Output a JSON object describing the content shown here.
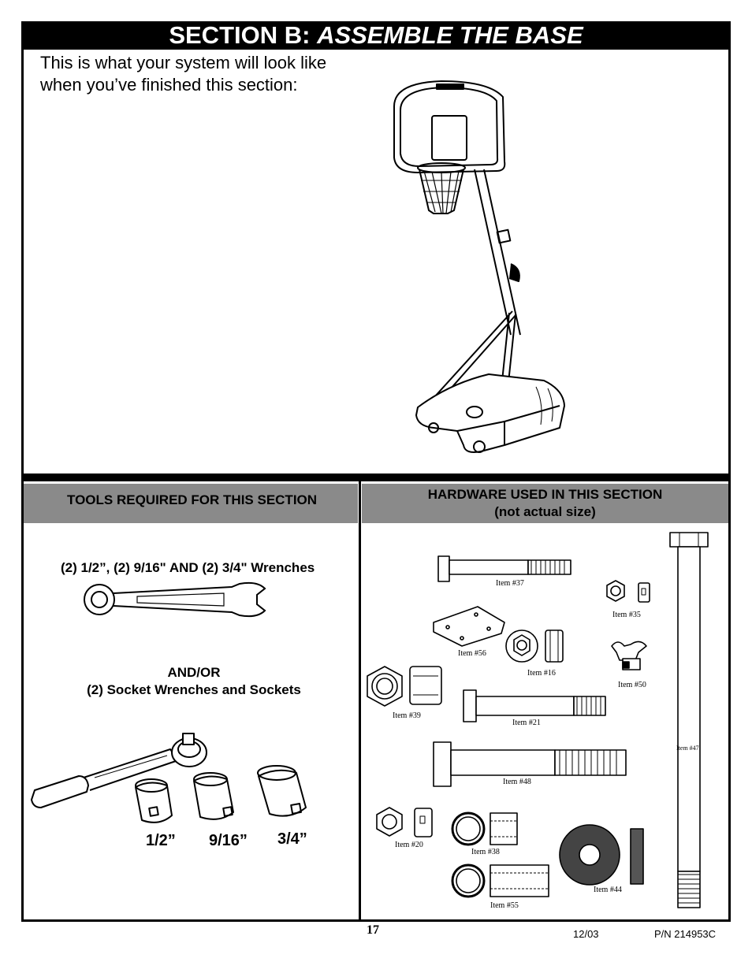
{
  "title": {
    "prefix": "SECTION B: ",
    "emphasis": "ASSEMBLE THE BASE"
  },
  "intro": {
    "line1": "This is what your system will look like",
    "line2": "when you’ve finished this section:"
  },
  "tools": {
    "header": "TOOLS REQUIRED FOR THIS SECTION",
    "wrenches": "(2) 1/2”, (2) 9/16\" AND (2) 3/4\" Wrenches",
    "andor": "AND/OR",
    "sockets": "(2) Socket Wrenches and Sockets",
    "sizes": [
      "1/2”",
      "9/16”",
      "3/4”"
    ]
  },
  "hardware": {
    "header_line1": "HARDWARE USED IN THIS SECTION",
    "header_line2": "(not actual size)",
    "items": {
      "i37": "Item #37",
      "i35": "Item #35",
      "i56": "Item #56",
      "i16": "Item #16",
      "i50": "Item #50",
      "i39": "Item #39",
      "i21": "Item #21",
      "i47": "Item #47",
      "i48": "Item #48",
      "i20": "Item #20",
      "i38": "Item #38",
      "i44": "Item #44",
      "i55": "Item #55"
    }
  },
  "footer": {
    "page": "17",
    "date": "12/03",
    "part_number": "P/N 214953C"
  }
}
